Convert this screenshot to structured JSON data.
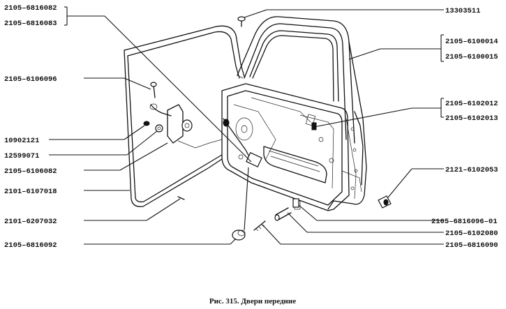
{
  "labels": {
    "l_6816082": "2105–6816082",
    "l_6816083": "2105–6816083",
    "l_6106096": "2105–6106096",
    "l_10902121": "10902121",
    "l_12599071": "12599071",
    "l_6106082": "2105–6106082",
    "l_6107018": "2101–6107018",
    "l_6207032": "2101–6207032",
    "l_6816092": "2105–6816092",
    "l_13303511": "13303511",
    "l_6100014": "2105–6100014",
    "l_6100015": "2105–6100015",
    "l_6102012": "2105–6102012",
    "l_6102013": "2105–6102013",
    "l_6102053": "2121–6102053",
    "l_6816096_01": "2105–6816096–01",
    "l_6102080": "2105–6102080",
    "l_6816090": "2105–6816090"
  },
  "caption": "Рис. 315. Двери передние"
}
